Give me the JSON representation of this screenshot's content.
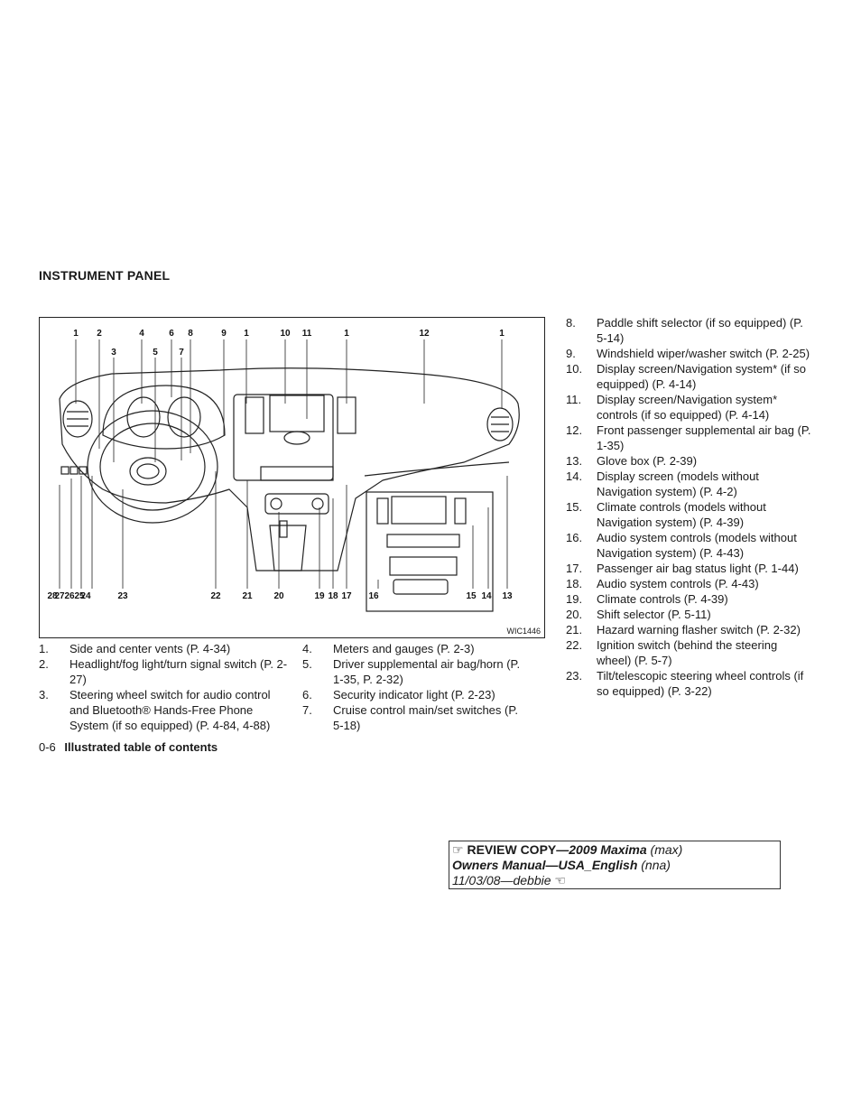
{
  "page": {
    "section_title": "INSTRUMENT PANEL",
    "figure_code": "WIC1446",
    "page_number": "0-6",
    "footer_title": "Illustrated table of contents"
  },
  "callouts": {
    "top": [
      "1",
      "2",
      "4",
      "6",
      "8",
      "9",
      "1",
      "10",
      "11",
      "1",
      "12",
      "1"
    ],
    "second": [
      "3",
      "5",
      "7"
    ],
    "bottom": [
      "27",
      "26",
      "25",
      "28",
      "24",
      "23",
      "22",
      "21",
      "20",
      "19",
      "18",
      "17",
      "16",
      "15",
      "14",
      "13"
    ]
  },
  "list1": [
    {
      "num": "1.",
      "text": "Side and center vents (P. 4-34)"
    },
    {
      "num": "2.",
      "text": "Headlight/fog light/turn signal switch (P. 2-27)"
    },
    {
      "num": "3.",
      "text": "Steering wheel switch for audio control and Bluetooth® Hands-Free Phone System (if so equipped) (P. 4-84, 4-88)"
    }
  ],
  "list2": [
    {
      "num": "4.",
      "text": "Meters and gauges (P. 2-3)"
    },
    {
      "num": "5.",
      "text": "Driver supplemental air bag/horn (P. 1-35, P. 2-32)"
    },
    {
      "num": "6.",
      "text": "Security indicator light (P. 2-23)"
    },
    {
      "num": "7.",
      "text": "Cruise control main/set switches (P. 5-18)"
    }
  ],
  "list3": [
    {
      "num": "8.",
      "text": "Paddle shift selector (if so equipped) (P. 5-14)"
    },
    {
      "num": "9.",
      "text": "Windshield wiper/washer switch (P. 2-25)"
    },
    {
      "num": "10.",
      "text": "Display screen/Navigation system* (if so equipped) (P. 4-14)"
    },
    {
      "num": "11.",
      "text": "Display screen/Navigation system* controls (if so equipped) (P. 4-14)"
    },
    {
      "num": "12.",
      "text": "Front passenger supplemental air bag (P. 1-35)"
    },
    {
      "num": "13.",
      "text": "Glove box (P. 2-39)"
    },
    {
      "num": "14.",
      "text": "Display screen (models without Navigation system) (P. 4-2)"
    },
    {
      "num": "15.",
      "text": "Climate controls (models without Navigation system) (P. 4-39)"
    },
    {
      "num": "16.",
      "text": "Audio system controls (models without Navigation system) (P. 4-43)"
    },
    {
      "num": "17.",
      "text": "Passenger air bag status light (P. 1-44)"
    },
    {
      "num": "18.",
      "text": "Audio system controls (P. 4-43)"
    },
    {
      "num": "19.",
      "text": "Climate controls (P. 4-39)"
    },
    {
      "num": "20.",
      "text": "Shift selector (P. 5-11)"
    },
    {
      "num": "21.",
      "text": "Hazard warning flasher switch (P. 2-32)"
    },
    {
      "num": "22.",
      "text": "Ignition switch (behind the steering wheel) (P. 5-7)"
    },
    {
      "num": "23.",
      "text": "Tilt/telescopic steering wheel controls (if so equipped) (P. 3-22)"
    }
  ],
  "review": {
    "hand_left": "☞",
    "label": "REVIEW COPY—",
    "model": "2009 Maxima",
    "model_code": "(max)",
    "manual": "Owners Manual—USA_English",
    "manual_code": "(nna)",
    "date_line": "11/03/08—debbie",
    "hand_right": "☜"
  }
}
